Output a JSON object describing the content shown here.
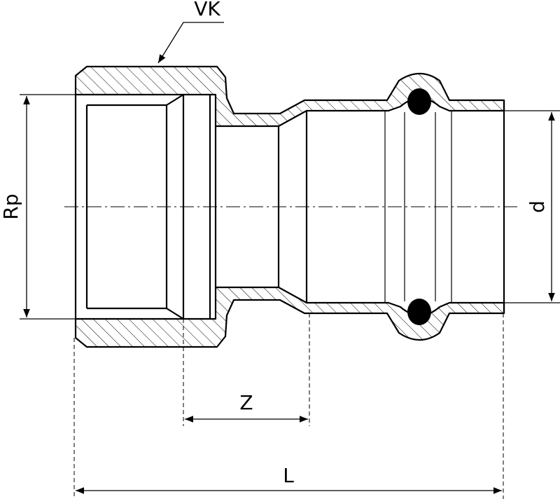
{
  "labels": {
    "vk": "VK",
    "rp": "Rp",
    "d": "d",
    "z": "Z",
    "l": "L"
  }
}
